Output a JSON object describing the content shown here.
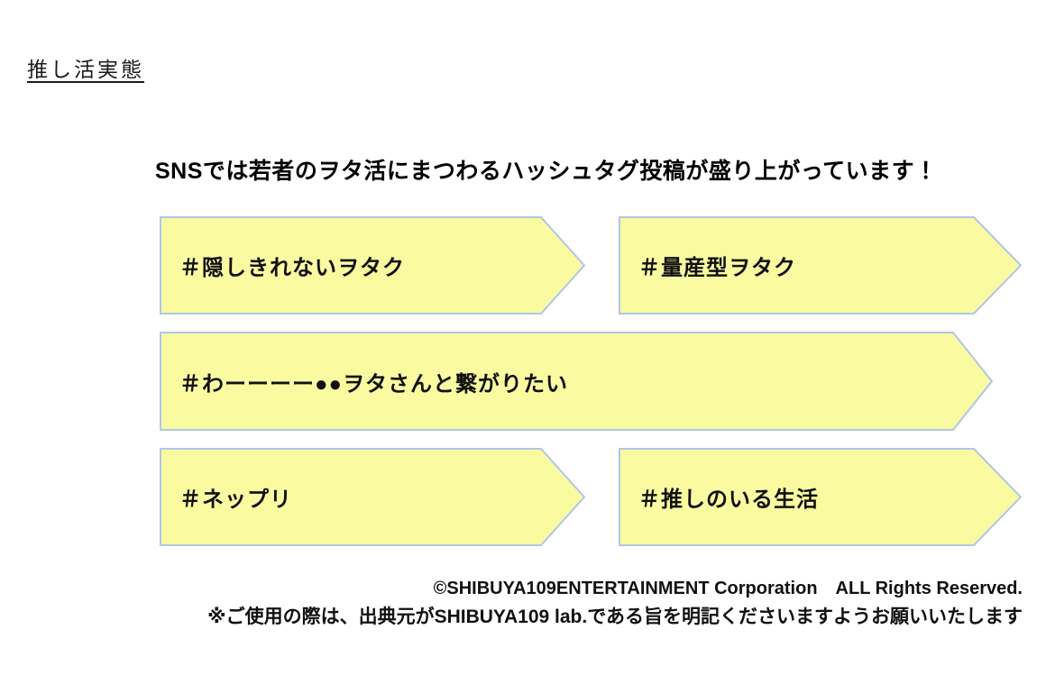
{
  "page": {
    "heading": "推し活実態",
    "headline": "SNSでは若者のヲタ活にまつわるハッシュタグ投稿が盛り上がっています！"
  },
  "banners": [
    {
      "label": "＃隠しきれないヲタク"
    },
    {
      "label": "＃量産型ヲタク"
    },
    {
      "label": "＃わーーーー●●ヲタさんと繋がりたい"
    },
    {
      "label": "＃ネップリ"
    },
    {
      "label": "＃推しのいる生活"
    }
  ],
  "footer": {
    "copyright": "©SHIBUYA109ENTERTAINMENT Corporation　ALL Rights Reserved.",
    "notice": "※ご使用の際は、出典元がSHIBUYA109 lab.である旨を明記くださいますようお願いいたします"
  },
  "colors": {
    "banner_fill": "#FAFAA0",
    "banner_border": "#AFC7E7",
    "text": "#111111",
    "background": "#FFFFFF"
  }
}
